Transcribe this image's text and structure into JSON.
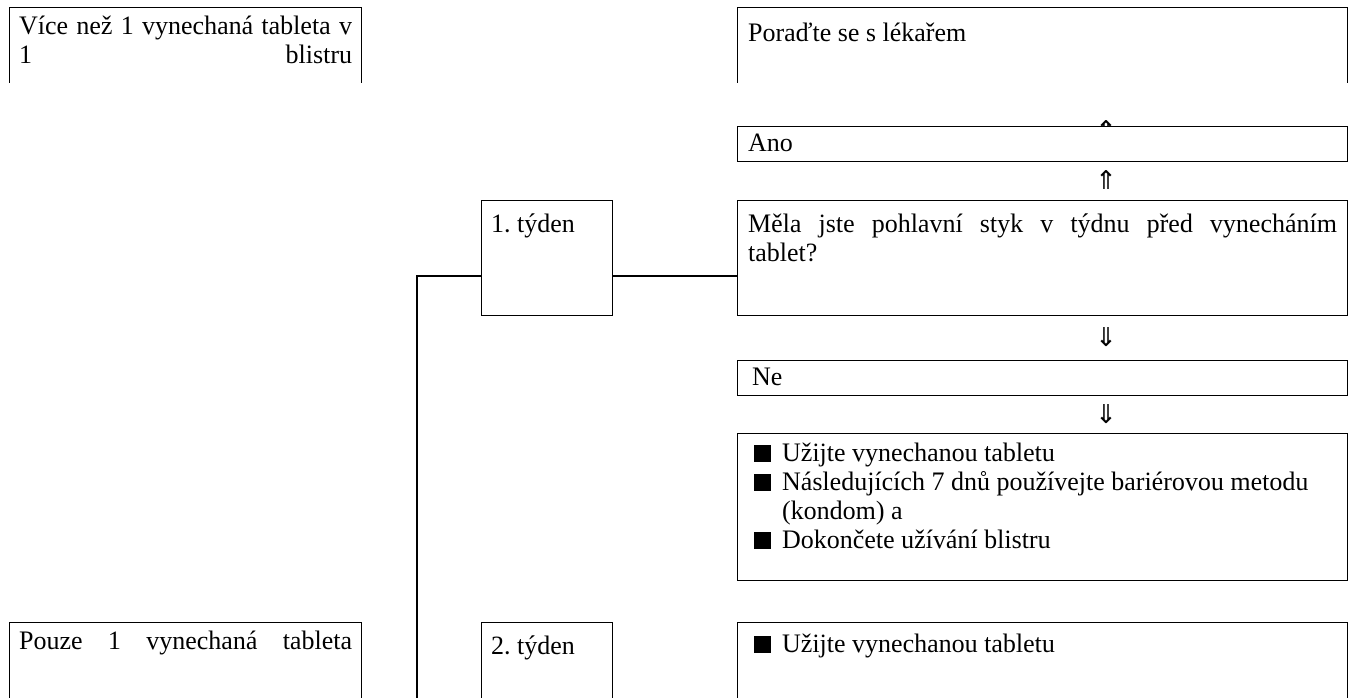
{
  "boxes": {
    "more_than_one": "Více než 1 vynechaná tableta v 1 blistru",
    "only_one": "Pouze 1 vynechaná tableta",
    "consult_doctor": "Poraďte se s lékařem",
    "yes": "Ano",
    "no": "Ne",
    "week1": "1. týden",
    "week2": "2. týden",
    "question": "Měla jste pohlavní styk v týdnu před vynecháním tablet?"
  },
  "actions_week1": [
    "Užijte vynechanou tabletu",
    "Následujících 7 dnů používejte bariérovou metodu (kondom) a",
    "Dokončete užívání blistru"
  ],
  "actions_week2": [
    "Užijte vynechanou tabletu"
  ],
  "arrows": {
    "up": "⇑",
    "down": "⇓"
  }
}
